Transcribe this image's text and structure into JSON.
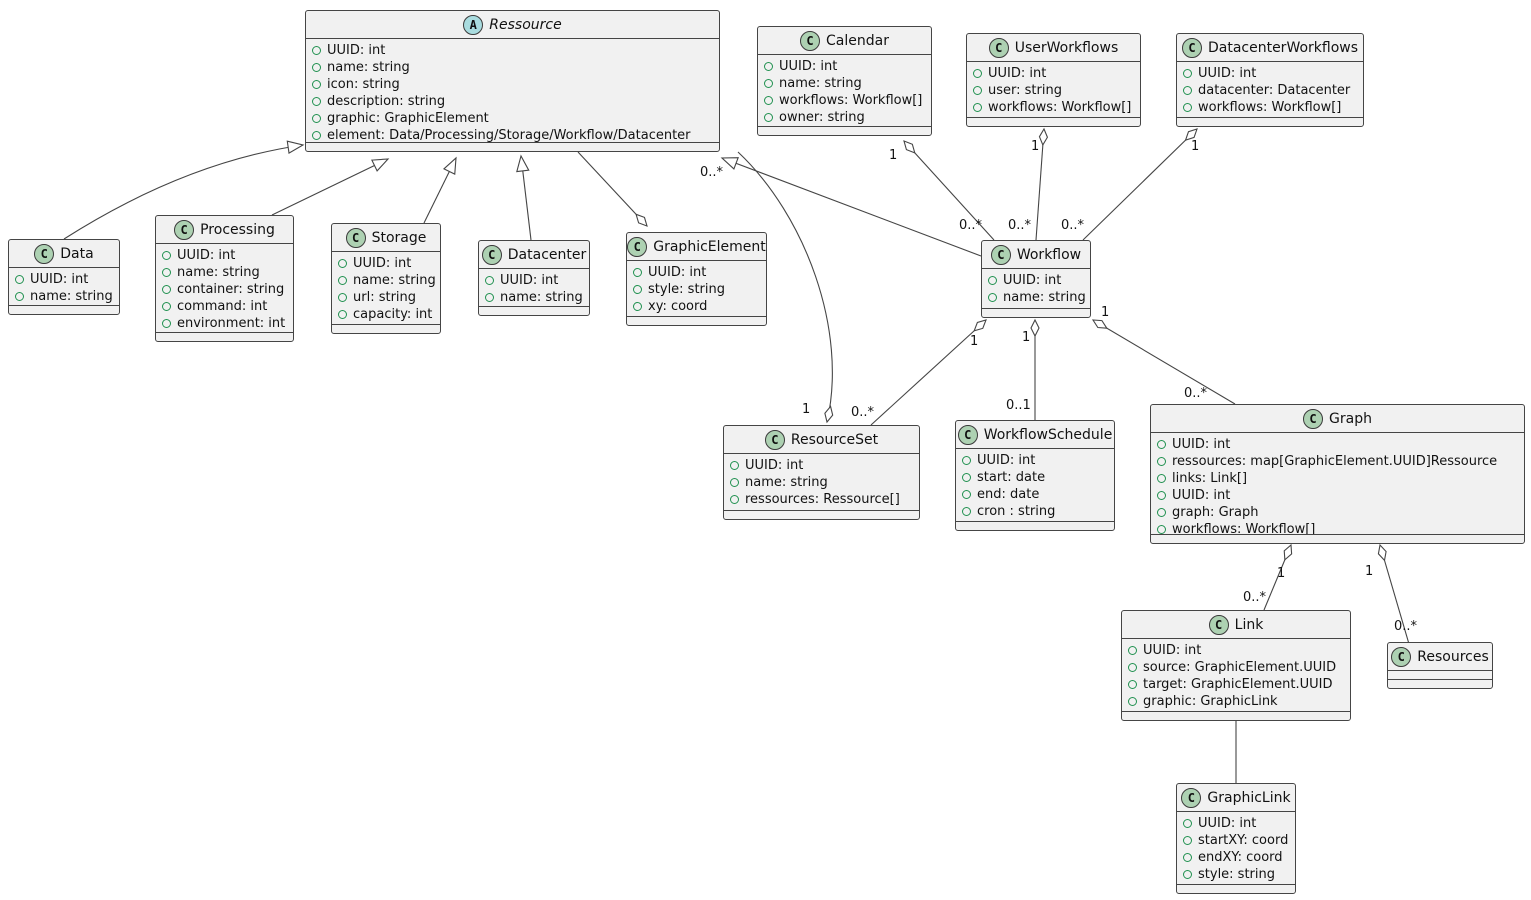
{
  "diagram": {
    "type": "uml-class-diagram",
    "colors": {
      "bg": "#ffffff",
      "box_fill": "#F1F1F1",
      "box_border": "#454545",
      "line": "#454545",
      "class_badge_bg": "#ADD1B2",
      "abstract_badge_bg": "#A9DCDF",
      "field_dot": "#219150",
      "text": "#121212"
    },
    "badges": {
      "class_letter": "C",
      "abstract_letter": "A"
    },
    "classes": [
      {
        "id": "ressource",
        "name": "Ressource",
        "kind": "abstract",
        "attributes": [
          "UUID: int",
          "name: string",
          "icon: string",
          "description: string",
          "graphic: GraphicElement",
          "element: Data/Processing/Storage/Workflow/Datacenter"
        ]
      },
      {
        "id": "calendar",
        "name": "Calendar",
        "kind": "class",
        "attributes": [
          "UUID: int",
          "name: string",
          "workflows: Workflow[]",
          "owner: string"
        ]
      },
      {
        "id": "userworkflows",
        "name": "UserWorkflows",
        "kind": "class",
        "attributes": [
          "UUID: int",
          "user: string",
          "workflows: Workflow[]"
        ]
      },
      {
        "id": "datacenterworkflows",
        "name": "DatacenterWorkflows",
        "kind": "class",
        "attributes": [
          "UUID: int",
          "datacenter: Datacenter",
          "workflows: Workflow[]"
        ]
      },
      {
        "id": "data",
        "name": "Data",
        "kind": "class",
        "attributes": [
          "UUID: int",
          "name: string"
        ]
      },
      {
        "id": "processing",
        "name": "Processing",
        "kind": "class",
        "attributes": [
          "UUID: int",
          "name: string",
          "container: string",
          "command: int",
          "environment: int"
        ]
      },
      {
        "id": "storage",
        "name": "Storage",
        "kind": "class",
        "attributes": [
          "UUID: int",
          "name: string",
          "url: string",
          "capacity: int"
        ]
      },
      {
        "id": "datacenter",
        "name": "Datacenter",
        "kind": "class",
        "attributes": [
          "UUID: int",
          "name: string"
        ]
      },
      {
        "id": "graphicelement",
        "name": "GraphicElement",
        "kind": "class",
        "attributes": [
          "UUID: int",
          "style: string",
          "xy: coord"
        ]
      },
      {
        "id": "workflow",
        "name": "Workflow",
        "kind": "class",
        "attributes": [
          "UUID: int",
          "name: string"
        ]
      },
      {
        "id": "resourceset",
        "name": "ResourceSet",
        "kind": "class",
        "attributes": [
          "UUID: int",
          "name: string",
          "ressources: Ressource[]"
        ]
      },
      {
        "id": "workflowschedule",
        "name": "WorkflowSchedule",
        "kind": "class",
        "attributes": [
          "UUID: int",
          "start: date",
          "end: date",
          "cron : string"
        ]
      },
      {
        "id": "graph",
        "name": "Graph",
        "kind": "class",
        "attributes": [
          "UUID: int",
          "ressources: map[GraphicElement.UUID]Ressource",
          "links: Link[]",
          "UUID: int",
          "graph: Graph",
          "workflows: Workflow[]"
        ]
      },
      {
        "id": "link",
        "name": "Link",
        "kind": "class",
        "attributes": [
          "UUID: int",
          "source: GraphicElement.UUID",
          "target: GraphicElement.UUID",
          "graphic: GraphicLink"
        ]
      },
      {
        "id": "resources",
        "name": "Resources",
        "kind": "class",
        "attributes": []
      },
      {
        "id": "graphiclink",
        "name": "GraphicLink",
        "kind": "class",
        "attributes": [
          "UUID: int",
          "startXY: coord",
          "endXY: coord",
          "style: string"
        ]
      }
    ],
    "edges": [
      {
        "id": "data-extends",
        "from": "data",
        "to": "ressource",
        "type": "extends",
        "labels": []
      },
      {
        "id": "processing-extends",
        "from": "processing",
        "to": "ressource",
        "type": "extends",
        "labels": []
      },
      {
        "id": "storage-extends",
        "from": "storage",
        "to": "ressource",
        "type": "extends",
        "labels": []
      },
      {
        "id": "datacenter-extends",
        "from": "datacenter",
        "to": "ressource",
        "type": "extends",
        "labels": []
      },
      {
        "id": "workflow-extends",
        "from": "workflow",
        "to": "ressource",
        "type": "extends",
        "labels": []
      },
      {
        "id": "ressource-graphic",
        "from": "ressource",
        "to": "graphicelement",
        "type": "aggregation",
        "labels": []
      },
      {
        "id": "resourceset-ressources",
        "from": "ressource",
        "to": "resourceset",
        "type": "aggregation",
        "labels": [
          {
            "text": "0..*",
            "end": "from"
          },
          {
            "text": "1",
            "end": "to"
          }
        ]
      },
      {
        "id": "calendar-workflows",
        "from": "workflow",
        "to": "calendar",
        "type": "aggregation",
        "labels": [
          {
            "text": "0..*",
            "end": "from"
          },
          {
            "text": "1",
            "end": "to"
          }
        ]
      },
      {
        "id": "userworkflows-workflows",
        "from": "workflow",
        "to": "userworkflows",
        "type": "aggregation",
        "labels": [
          {
            "text": "0..*",
            "end": "from"
          },
          {
            "text": "1",
            "end": "to"
          }
        ]
      },
      {
        "id": "datacenterworkflows-workflows",
        "from": "workflow",
        "to": "datacenterworkflows",
        "type": "aggregation",
        "labels": [
          {
            "text": "0..*",
            "end": "from"
          },
          {
            "text": "1",
            "end": "to"
          }
        ]
      },
      {
        "id": "workflow-resourcesets",
        "from": "resourceset",
        "to": "workflow",
        "type": "aggregation",
        "labels": [
          {
            "text": "0..*",
            "end": "from"
          },
          {
            "text": "1",
            "end": "to"
          }
        ]
      },
      {
        "id": "workflow-schedule",
        "from": "workflowschedule",
        "to": "workflow",
        "type": "aggregation",
        "labels": [
          {
            "text": "0..1",
            "end": "from"
          },
          {
            "text": "1",
            "end": "to"
          }
        ]
      },
      {
        "id": "workflow-graphs",
        "from": "graph",
        "to": "workflow",
        "type": "aggregation",
        "labels": [
          {
            "text": "0..*",
            "end": "from"
          },
          {
            "text": "1",
            "end": "to"
          }
        ]
      },
      {
        "id": "graph-links",
        "from": "link",
        "to": "graph",
        "type": "aggregation",
        "labels": [
          {
            "text": "0..*",
            "end": "from"
          },
          {
            "text": "1",
            "end": "to"
          }
        ]
      },
      {
        "id": "graph-resources",
        "from": "resources",
        "to": "graph",
        "type": "aggregation",
        "labels": [
          {
            "text": "0..*",
            "end": "from"
          },
          {
            "text": "1",
            "end": "to"
          }
        ]
      },
      {
        "id": "link-graphiclink",
        "from": "graphiclink",
        "to": "link",
        "type": "association",
        "labels": []
      }
    ]
  }
}
